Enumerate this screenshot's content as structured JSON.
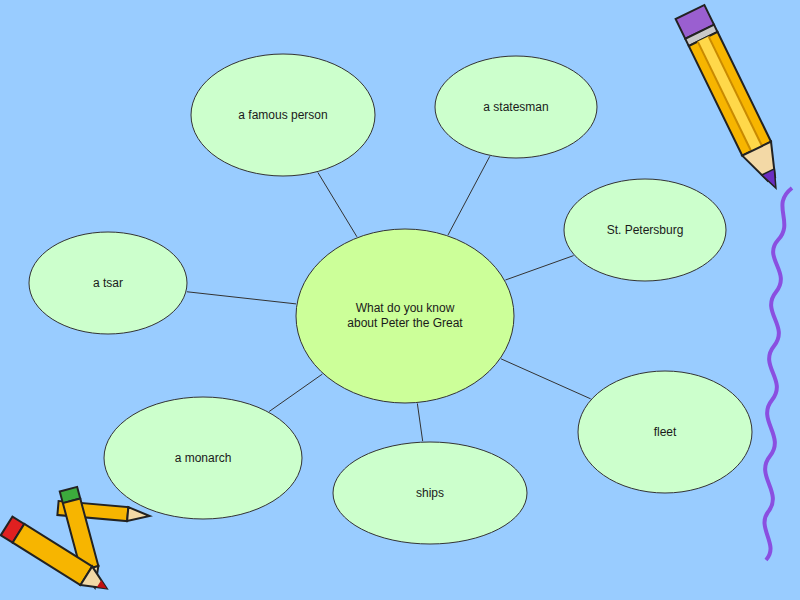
{
  "diagram": {
    "nodes": [
      {
        "text": [
          "What do you know about Peter the Great"
        ]
      },
      {
        "text": [
          "a famous person"
        ]
      },
      {
        "text": [
          "a statesman"
        ]
      },
      {
        "text": [
          "St. Petersburg"
        ]
      },
      {
        "text": [
          "a tsar"
        ]
      },
      {
        "text": [
          "a monarch"
        ]
      },
      {
        "text": [
          "ships"
        ]
      },
      {
        "text": [
          "fleet"
        ]
      }
    ],
    "edges": [
      {
        "from": 0,
        "to": 1,
        "arrow": "none"
      },
      {
        "from": 0,
        "to": 2,
        "arrow": "none"
      },
      {
        "from": 0,
        "to": 3,
        "arrow": "none"
      },
      {
        "from": 0,
        "to": 4,
        "arrow": "none"
      },
      {
        "from": 0,
        "to": 5,
        "arrow": "none"
      },
      {
        "from": 0,
        "to": 6,
        "arrow": "none"
      },
      {
        "from": 0,
        "to": 7,
        "arrow": "none"
      }
    ]
  }
}
